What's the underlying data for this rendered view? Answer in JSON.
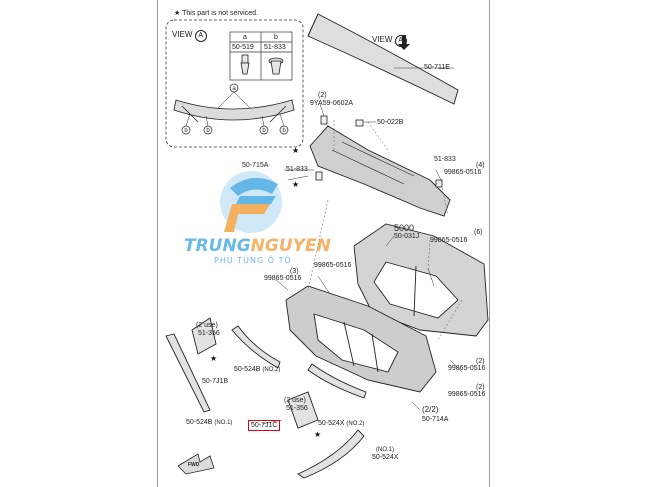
{
  "legend": {
    "symbol": "★",
    "text": "This part is not serviced."
  },
  "inset": {
    "view_label": "VIEW",
    "view_letter": "A",
    "col_a": {
      "letter": "a",
      "part": "50-519"
    },
    "col_b": {
      "letter": "b",
      "part": "51-833"
    }
  },
  "main_view": {
    "label": "VIEW",
    "letter": "A"
  },
  "labels": {
    "p50_711E": "50-711E",
    "p9YA59_num": "(2)",
    "p9YA59": "9YA59-0602A",
    "p50_022B": "50-022B",
    "p50_715A": "50-715A",
    "p51_833_left": "51-833",
    "p51_833_right": "51-833",
    "p99865_4_num": "(4)",
    "p99865_4": "99865-0516",
    "p5000": "5000",
    "p50_031J": "50-031J",
    "p99865_6_num": "(6)",
    "p99865_6": "99865-0516",
    "p99865_mid": "99865-0516",
    "p99865_3_num": "(3)",
    "p99865_3": "99865-0516",
    "p99865_2a_num": "(2)",
    "p99865_2a": "99865-0516",
    "p99865_2b_num": "(2)",
    "p99865_2b": "99865-0516",
    "p51_356_l_use": "(2 use)",
    "p51_356_l": "51-356",
    "p50_7J1B": "50-7J1B",
    "p50_524B_no2": "50-524B",
    "p50_524B_no2_tag": "(NO.2)",
    "p51_356_r_use": "(2 use)",
    "p51_356_r": "51-356",
    "p50_524B_no1": "50-524B",
    "p50_524B_no1_tag": "(NO.1)",
    "p50_7J1C": "50-7J1C",
    "p50_524X_no2": "50-524X",
    "p50_524X_no2_tag": "(NO.2)",
    "p50_524X_no1_tag": "(NO.1)",
    "p50_524X_no1": "50-524X",
    "p22_ratio": "(2/2)",
    "p50_714A": "50-714A",
    "fwd": "FWD"
  },
  "watermark": {
    "brand_a": "TRUNG",
    "brand_b": "NGUYEN",
    "tagline": "PHỤ TÙNG Ô TÔ"
  },
  "colors": {
    "line": "#1a1a1a",
    "part_fill": "#d8d8d8",
    "highlight": "#e3001b",
    "watermark_blue": "#2f9fe0",
    "watermark_orange": "#f0962a"
  }
}
